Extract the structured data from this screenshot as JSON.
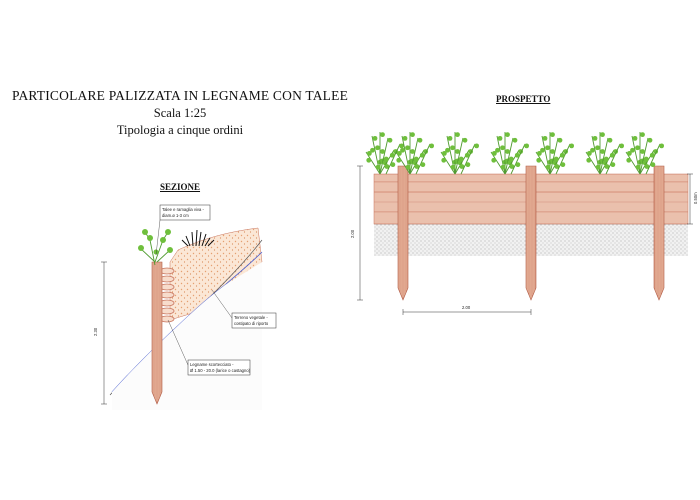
{
  "title": {
    "line1": "PARTICOLARE PALIZZATA IN LEGNAME CON TALEE",
    "line2": "Scala 1:25",
    "line3": "Tipologia a cinque ordini"
  },
  "sezione": {
    "heading": "SEZIONE",
    "callout_talee_1": "Talee e ramaglia viva -",
    "callout_talee_2": "diam.ø 1-3 cm",
    "callout_terreno_1": "Terreno vegetale -",
    "callout_terreno_2": "costipato di riporto",
    "callout_legname_1": "Legname scortecciato -",
    "callout_legname_2": "Ø 1.50 - 20.0 (larice o castagno)",
    "dim_height": "2.30"
  },
  "prospetto": {
    "heading": "PROSPETTO",
    "dim_height": "2.00",
    "dim_span": "2.00",
    "dim_side": "0.50m"
  },
  "colors": {
    "wood": "#c8745c",
    "plant": "#4f9a2f",
    "soil_dots": "#e6a070",
    "slope_line": "#4a5fd0",
    "gravel": "#b9b9b9"
  }
}
